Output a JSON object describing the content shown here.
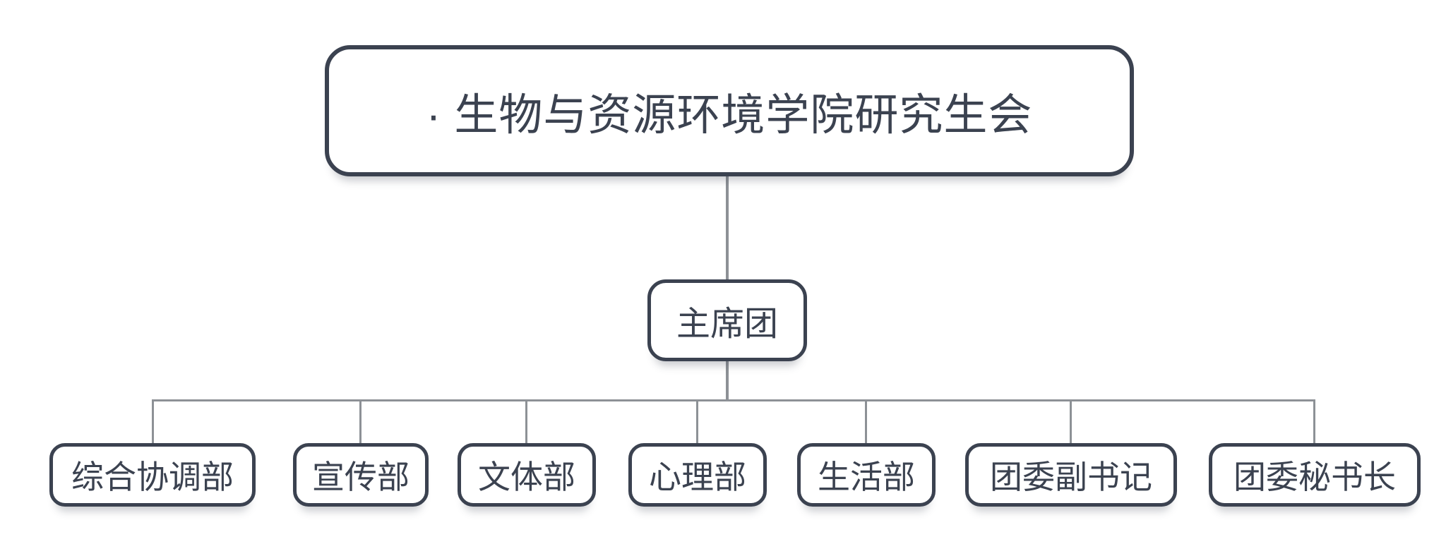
{
  "diagram": {
    "type": "org-chart",
    "root": {
      "label": "· 生物与资源环境学院研究生会"
    },
    "children": [
      {
        "label": "主席团",
        "children": [
          {
            "label": "综合协调部"
          },
          {
            "label": "宣传部"
          },
          {
            "label": "文体部"
          },
          {
            "label": "心理部"
          },
          {
            "label": "生活部"
          },
          {
            "label": "团委副书记"
          },
          {
            "label": "团委秘书长"
          }
        ]
      }
    ],
    "colors": {
      "node_border": "#3b4250",
      "node_text": "#3b4250",
      "node_background": "#ffffff",
      "connector": "#8d9196",
      "canvas_background": "#ffffff"
    }
  }
}
